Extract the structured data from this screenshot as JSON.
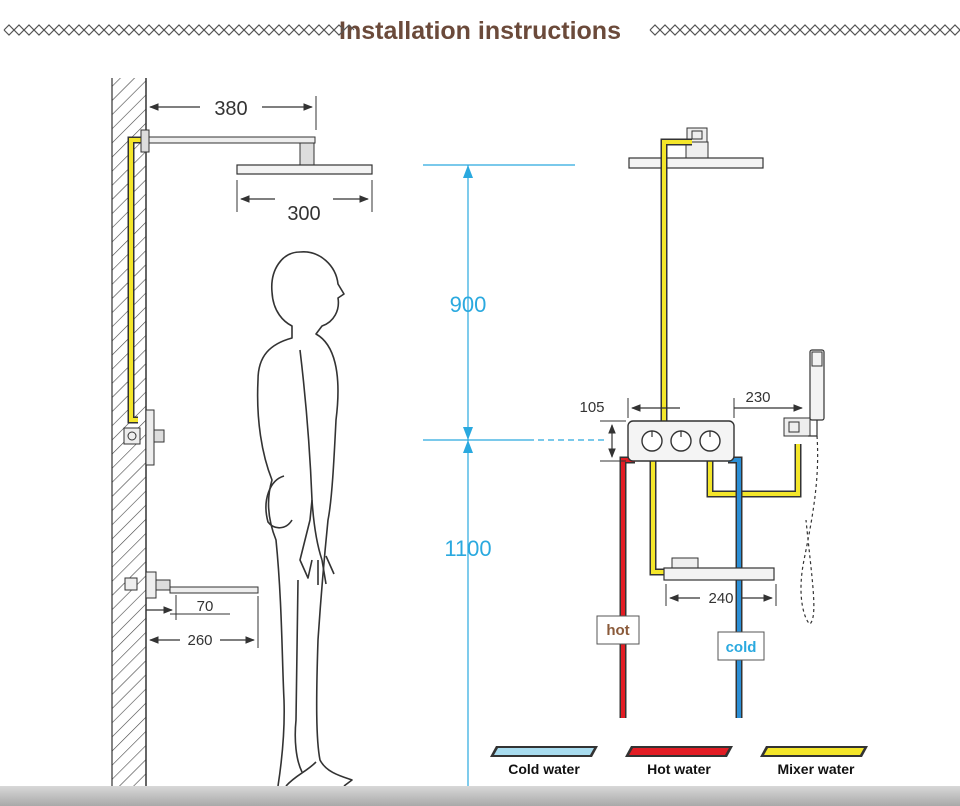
{
  "title": "Installation instructions",
  "dimensions": {
    "arm_length": "380",
    "head_diameter": "300",
    "spout_depth": "70",
    "spout_offset": "260",
    "height_upper": "900",
    "height_lower": "1100",
    "valve_height": "105",
    "valve_to_holder": "230",
    "spout_width": "240"
  },
  "labels": {
    "hot": "hot",
    "cold": "cold"
  },
  "legend": [
    {
      "label": "Cold water",
      "color": "#a8dcef"
    },
    {
      "label": "Hot water",
      "color": "#e21d24"
    },
    {
      "label": "Mixer water",
      "color": "#f4e62a"
    }
  ],
  "colors": {
    "title": "#6b4a3a",
    "dimension_blue": "#2aa9df",
    "hot": "#e21d24",
    "cold": "#2b8fd6",
    "mixer": "#f4e62a"
  }
}
